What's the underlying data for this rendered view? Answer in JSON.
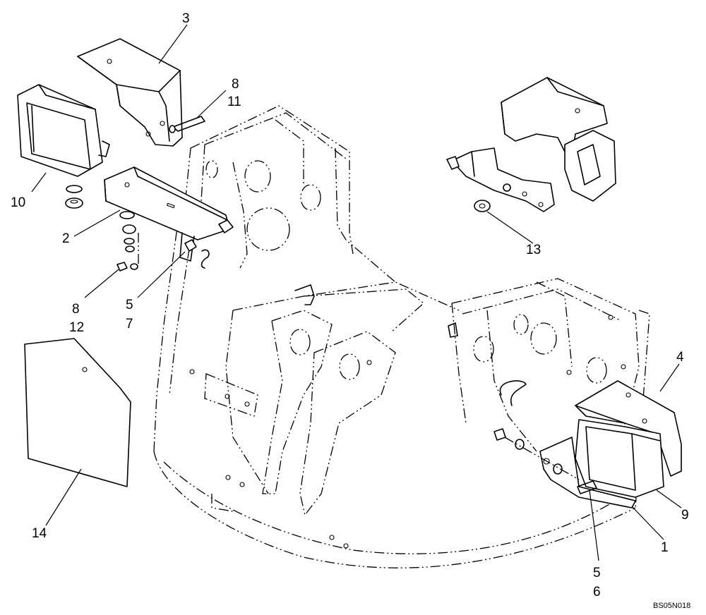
{
  "diagram": {
    "callouts": {
      "c1": "1",
      "c2": "2",
      "c3": "3",
      "c4": "4",
      "c5a": "5",
      "c5b": "5",
      "c6": "6",
      "c7": "7",
      "c8a": "8",
      "c8b": "8",
      "c9": "9",
      "c10": "10",
      "c11": "11",
      "c12": "12",
      "c13": "13",
      "c14": "14"
    },
    "reference_code": "BS05N018"
  }
}
